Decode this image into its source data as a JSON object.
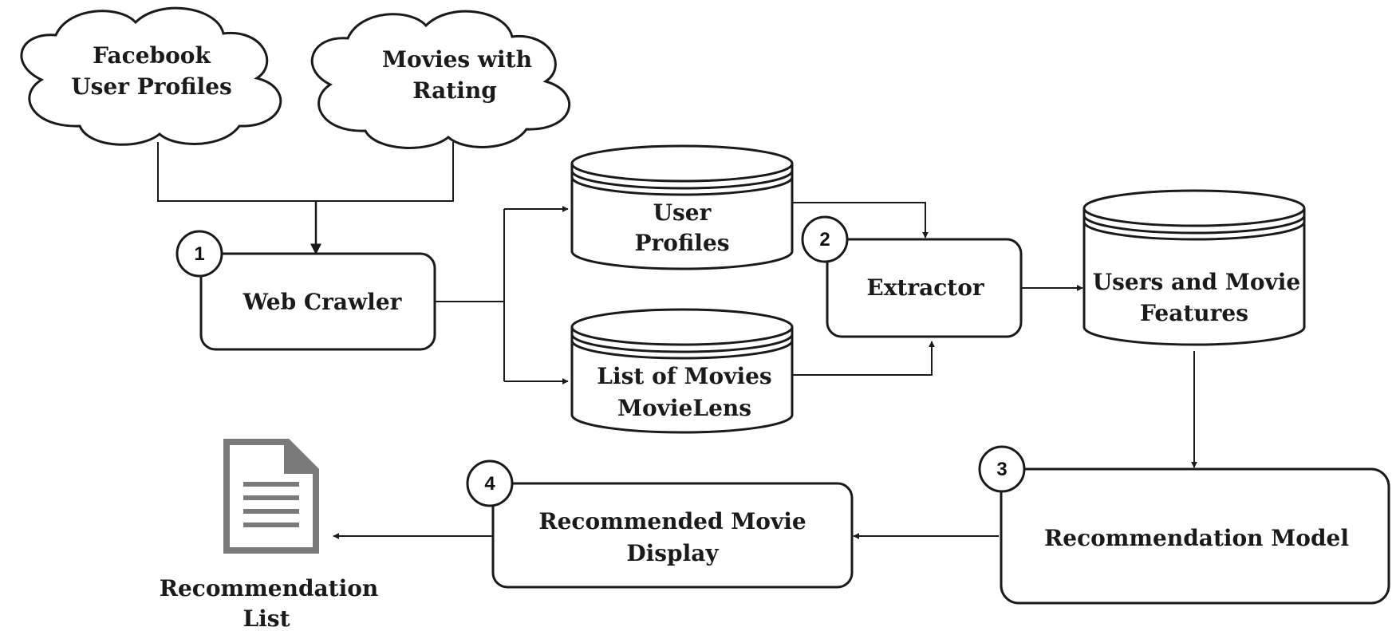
{
  "clouds": {
    "facebook": {
      "line1": "Facebook",
      "line2": "User Profiles"
    },
    "movies": {
      "line1": "Movies with",
      "line2": "Rating"
    }
  },
  "steps": {
    "web_crawler": {
      "number": "1",
      "label": "Web Crawler"
    },
    "extractor": {
      "number": "2",
      "label": "Extractor"
    },
    "recommendation_model": {
      "number": "3",
      "label": "Recommendation Model"
    },
    "recommended_display": {
      "number": "4",
      "line1": "Recommended Movie",
      "line2": "Display"
    }
  },
  "databases": {
    "user_profiles": {
      "line1": "User",
      "line2": "Profiles"
    },
    "movies_list": {
      "line1": "List of Movies",
      "line2": "MovieLens"
    },
    "features": {
      "line1": "Users and Movie",
      "line2": "Features"
    }
  },
  "output": {
    "line1": "Recommendation",
    "line2": "List",
    "icon": "document-icon"
  }
}
